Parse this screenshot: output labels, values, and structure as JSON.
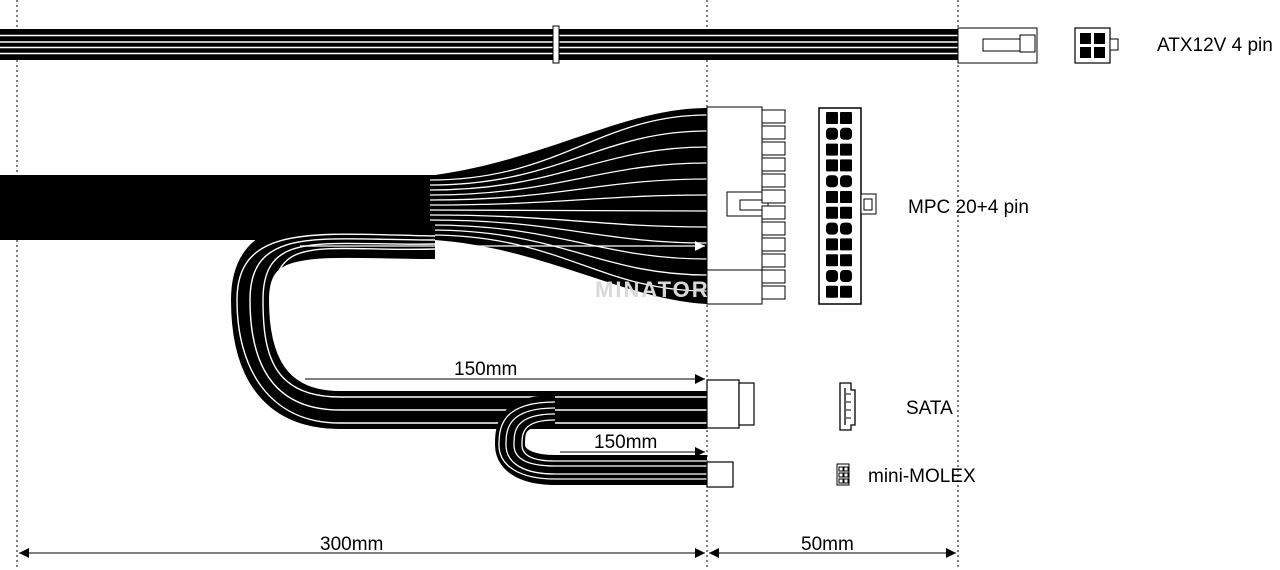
{
  "labels": {
    "atx": "ATX12V 4 pin",
    "mpc": "MPC 20+4 pin",
    "sata": "SATA",
    "molex": "mini-MOLEX"
  },
  "dimensions": {
    "sata_len": "150mm",
    "molex_len": "150mm",
    "main_len": "300mm",
    "connector_len": "50mm"
  },
  "watermark": "MINATOR",
  "colors": {
    "ink": "#000000",
    "paper": "#ffffff"
  }
}
